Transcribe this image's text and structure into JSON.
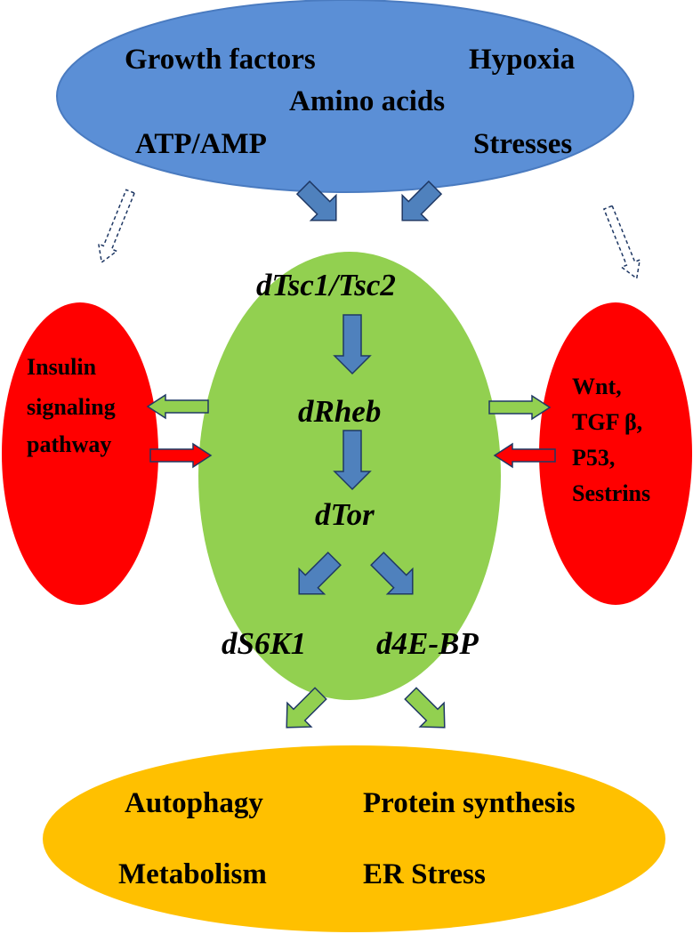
{
  "colors": {
    "top_ellipse": "#5b8fd6",
    "center_ellipse": "#92d050",
    "side_ellipse": "#ff0000",
    "bottom_ellipse": "#ffc000",
    "blue_arrow": "#4f81bd",
    "green_arrow": "#92d050",
    "red_arrow": "#ff0000",
    "arrow_outline": "#1f3864"
  },
  "inputs": {
    "growth_factors": "Growth factors",
    "hypoxia": "Hypoxia",
    "amino_acids": "Amino acids",
    "atp_amp": "ATP/AMP",
    "stresses": "Stresses"
  },
  "pathway": {
    "tsc": "dTsc1/Tsc2",
    "rheb": "dRheb",
    "tor": "dTor",
    "s6k1": "dS6K1",
    "ebp": "d4E-BP"
  },
  "left": {
    "line1": "Insulin",
    "line2": "signaling",
    "line3": "pathway"
  },
  "right": {
    "line1": "Wnt,",
    "line2": "TGF β,",
    "line3": "P53,",
    "line4": "Sestrins"
  },
  "outputs": {
    "autophagy": "Autophagy",
    "protein_synthesis": "Protein synthesis",
    "metabolism": "Metabolism",
    "er_stress": "ER Stress"
  }
}
